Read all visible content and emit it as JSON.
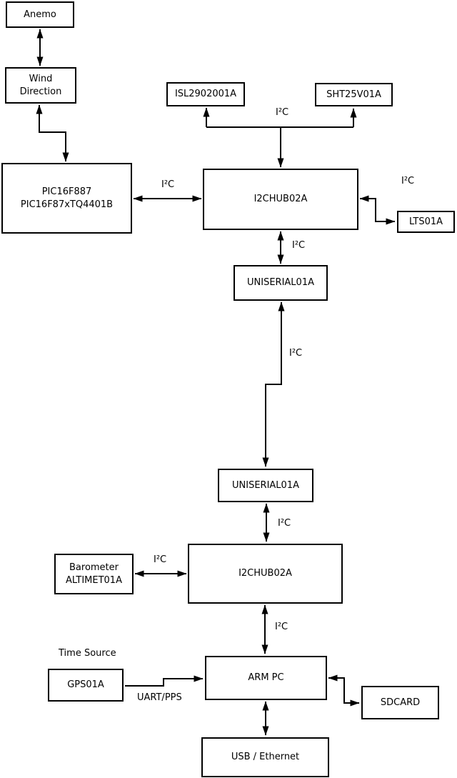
{
  "nodes": {
    "anemo": "Anemo",
    "wind_direction": "Wind\nDirection",
    "pic": "PIC16F887\nPIC16F87xTQ4401B",
    "isl": "ISL2902001A",
    "sht": "SHT25V01A",
    "i2chub_top": "I2CHUB02A",
    "lts": "LTS01A",
    "uniserial_upper": "UNISERIAL01A",
    "uniserial_lower": "UNISERIAL01A",
    "barometer": "Barometer\nALTIMET01A",
    "i2chub_bottom": "I2CHUB02A",
    "gps": "GPS01A",
    "arm_pc": "ARM PC",
    "sdcard": "SDCARD",
    "usb_ethernet": "USB / Ethernet"
  },
  "labels": {
    "i2c": "I²C",
    "uart_pps": "UART/PPS",
    "time_source": "Time Source"
  },
  "edges": [
    {
      "from": "Anemo",
      "to": "Wind Direction",
      "bidirectional": true
    },
    {
      "from": "Wind Direction",
      "to": "PIC16F887 / PIC16F87xTQ4401B",
      "bidirectional": true
    },
    {
      "from": "PIC16F887 / PIC16F87xTQ4401B",
      "to": "I2CHUB02A (top)",
      "label": "I²C",
      "bidirectional": true
    },
    {
      "from": "I2CHUB02A (top)",
      "to": "ISL2902001A",
      "label": "I²C",
      "bidirectional": false
    },
    {
      "from": "I2CHUB02A (top)",
      "to": "SHT25V01A",
      "label": "I²C",
      "bidirectional": false
    },
    {
      "from": "I2CHUB02A (top)",
      "to": "LTS01A",
      "label": "I²C",
      "bidirectional": true
    },
    {
      "from": "I2CHUB02A (top)",
      "to": "UNISERIAL01A (upper)",
      "label": "I²C",
      "bidirectional": true
    },
    {
      "from": "UNISERIAL01A (upper)",
      "to": "UNISERIAL01A (lower)",
      "label": "I²C",
      "bidirectional": true
    },
    {
      "from": "UNISERIAL01A (lower)",
      "to": "I2CHUB02A (bottom)",
      "label": "I²C",
      "bidirectional": true
    },
    {
      "from": "Barometer ALTIMET01A",
      "to": "I2CHUB02A (bottom)",
      "label": "I²C",
      "bidirectional": true
    },
    {
      "from": "I2CHUB02A (bottom)",
      "to": "ARM PC",
      "label": "I²C",
      "bidirectional": true
    },
    {
      "from": "GPS01A",
      "to": "ARM PC",
      "label": "UART/PPS",
      "bidirectional": false
    },
    {
      "from": "ARM PC",
      "to": "SDCARD",
      "bidirectional": true
    },
    {
      "from": "ARM PC",
      "to": "USB / Ethernet",
      "bidirectional": true
    }
  ],
  "colors": {
    "line": "#000000",
    "box_fill": "#ffffff",
    "background": "#ffffff"
  }
}
